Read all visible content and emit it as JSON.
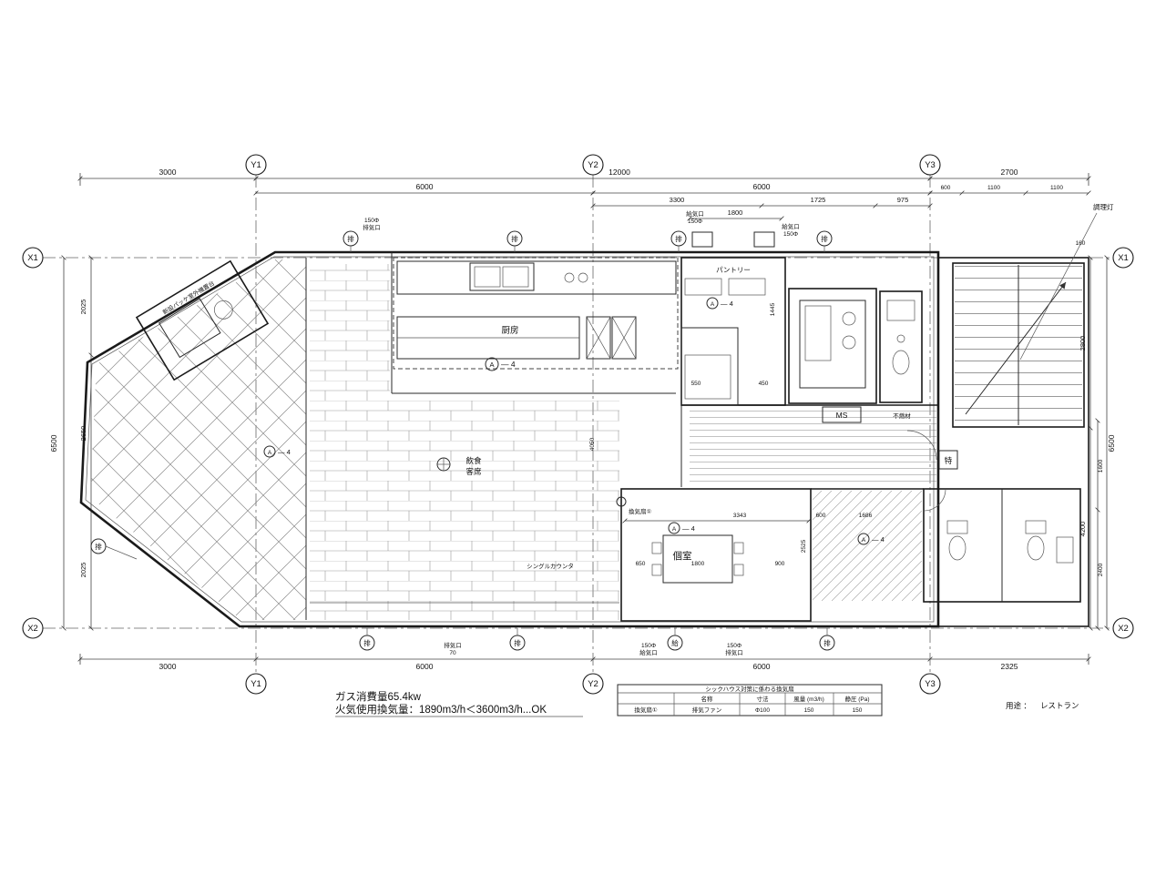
{
  "grid": {
    "x1": "X1",
    "x2": "X2",
    "y1": "Y1",
    "y2": "Y2",
    "y3": "Y3"
  },
  "dims": {
    "t3000": "3000",
    "t12000": "12000",
    "t2700": "2700",
    "t6000a": "6000",
    "t6000b": "6000",
    "t600": "600",
    "t1100a": "1100",
    "t1100b": "1100",
    "t3300": "3300",
    "t1725": "1725",
    "t975": "975",
    "t1800": "1800",
    "b3000": "3000",
    "b6000a": "6000",
    "b6000b": "6000",
    "b2325": "2325",
    "l6500": "6500",
    "l2025a": "2025",
    "l2650": "2650",
    "l2025b": "2025",
    "r6500": "6500",
    "r2800": "2800",
    "r4200": "4200",
    "r1600": "1600",
    "r2400": "2400",
    "r160": "160"
  },
  "idims": {
    "d550": "550",
    "d450": "450",
    "d650": "650",
    "d1800": "1800",
    "d900": "900",
    "d3343": "3343",
    "d600": "600",
    "d1686": "1686",
    "d2525": "2525",
    "d4050": "4050",
    "d1445": "1445"
  },
  "rooms": {
    "kitchen": "厨房",
    "pantry": "パントリー",
    "private_room": "個室",
    "dining1": "飲食",
    "dining2": "客席",
    "counter": "シングルカウンタ",
    "ms": "MS",
    "toku": "特",
    "fumen": "不燃材",
    "package_unit": "新設パッケ室外機置台",
    "fan1": "換気扇①",
    "light": "調理灯"
  },
  "vents": {
    "exhaust": "排",
    "supply": "給",
    "exhaust_port": "排気口",
    "supply_port": "給気口",
    "dia150": "150Φ",
    "d70": "70"
  },
  "sym": {
    "a": "A",
    "dash4": "— 4"
  },
  "notes": {
    "gas": "ガス消費量65.4kw",
    "vent_calc": "火気使用換気量：1890m3/h＜3600m3/h...OK",
    "usage_label": "用途 ：",
    "usage_value": "レストラン"
  },
  "fan_table": {
    "title": "シックハウス対策に係わる換気扇",
    "h": [
      "名称",
      "寸法",
      "風量 (m3/h)",
      "静圧 (Pa)"
    ],
    "r": [
      "換気扇①",
      "排気ファン",
      "Φ100",
      "150",
      "150"
    ]
  }
}
